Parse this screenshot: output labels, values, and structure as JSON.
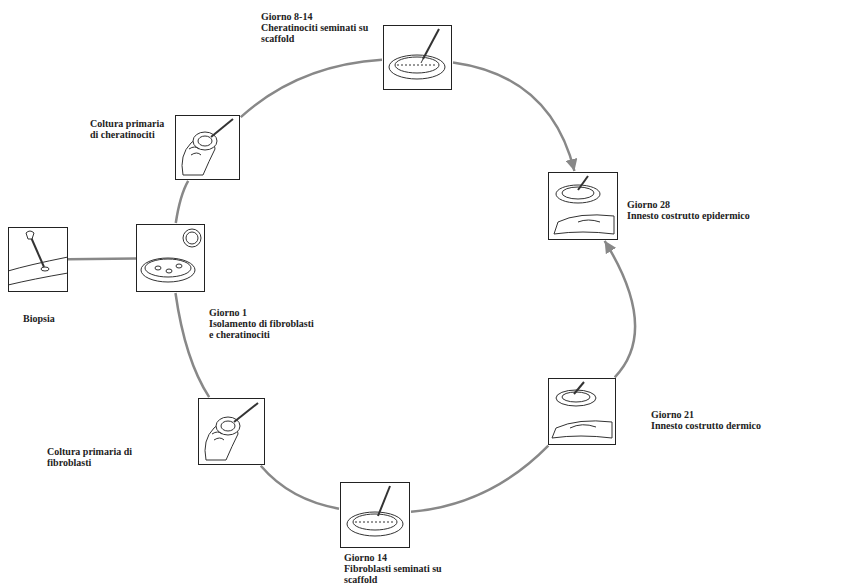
{
  "diagram": {
    "nodes": [
      {
        "text": [
          "Biopsia"
        ]
      },
      {
        "text": [
          "Giorno 1",
          "Isolamento di fibroblasti e cheratinociti"
        ]
      },
      {
        "text": [
          "Coltura primaria di cheratinociti"
        ]
      },
      {
        "text": [
          "Giorno 8-14",
          "Cheratinociti seminati su scaffold"
        ]
      },
      {
        "text": [
          "Giorno 28",
          "Innesto costrutto epidermico"
        ]
      },
      {
        "text": [
          "Coltura primaria di fibroblasti"
        ]
      },
      {
        "text": [
          "Giorno 14",
          "Fibroblasti seminati su scaffold"
        ]
      },
      {
        "text": [
          "Giorno 21",
          "Innesto costrutto dermico"
        ]
      }
    ],
    "edges": [
      {
        "from": 0,
        "to": 1,
        "arrow": "none"
      },
      {
        "from": 1,
        "to": 2,
        "arrow": "none"
      },
      {
        "from": 2,
        "to": 3,
        "arrow": "none"
      },
      {
        "from": 3,
        "to": 4,
        "arrow": "to"
      },
      {
        "from": 1,
        "to": 5,
        "arrow": "none"
      },
      {
        "from": 5,
        "to": 6,
        "arrow": "none"
      },
      {
        "from": 6,
        "to": 7,
        "arrow": "none"
      },
      {
        "from": 7,
        "to": 4,
        "arrow": "to"
      }
    ]
  }
}
